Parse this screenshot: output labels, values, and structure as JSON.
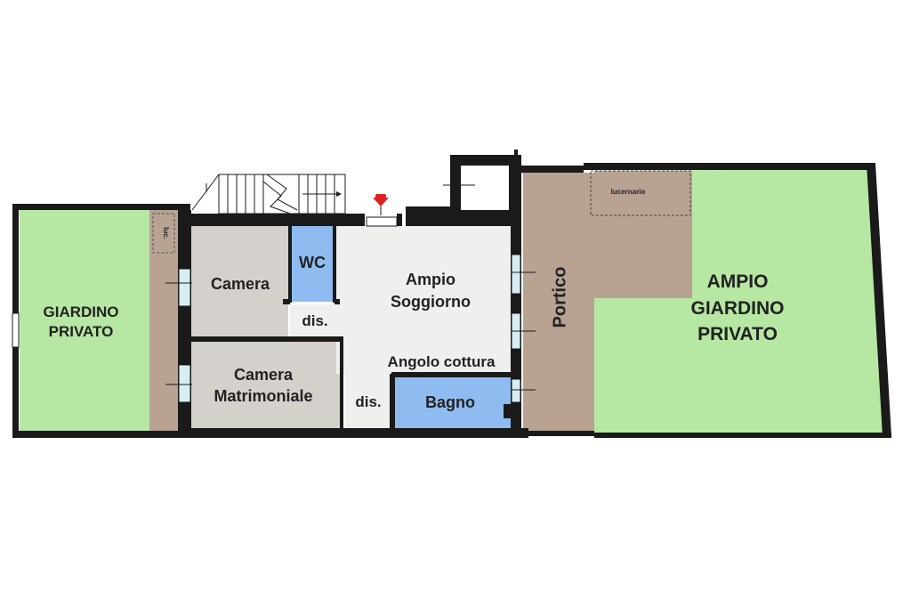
{
  "rooms": {
    "giardino_privato_left": {
      "line1": "GIARDINO",
      "line2": "PRIVATO"
    },
    "lucernario_small": "luc.",
    "camera": "Camera",
    "wc": "WC",
    "dis_upper": "dis.",
    "camera_matrimoniale": {
      "line1": "Camera",
      "line2": "Matrimoniale"
    },
    "dis_lower": "dis.",
    "ampio_soggiorno": {
      "line1": "Ampio",
      "line2": "Soggiorno"
    },
    "angolo_cottura": "Angolo cottura",
    "bagno": "Bagno",
    "portico": "Portico",
    "lucernario": "lucernario",
    "ampio_giardino_privato": {
      "line1": "AMPIO",
      "line2": "GIARDINO",
      "line3": "PRIVATO"
    }
  },
  "colors": {
    "garden": "#b6e7a3",
    "terrace": "#b8a393",
    "room": "#d4d0cb",
    "living": "#efefed",
    "bath": "#8fbcf0",
    "wall": "#1a1a1a",
    "entrance_marker": "#e02020"
  }
}
